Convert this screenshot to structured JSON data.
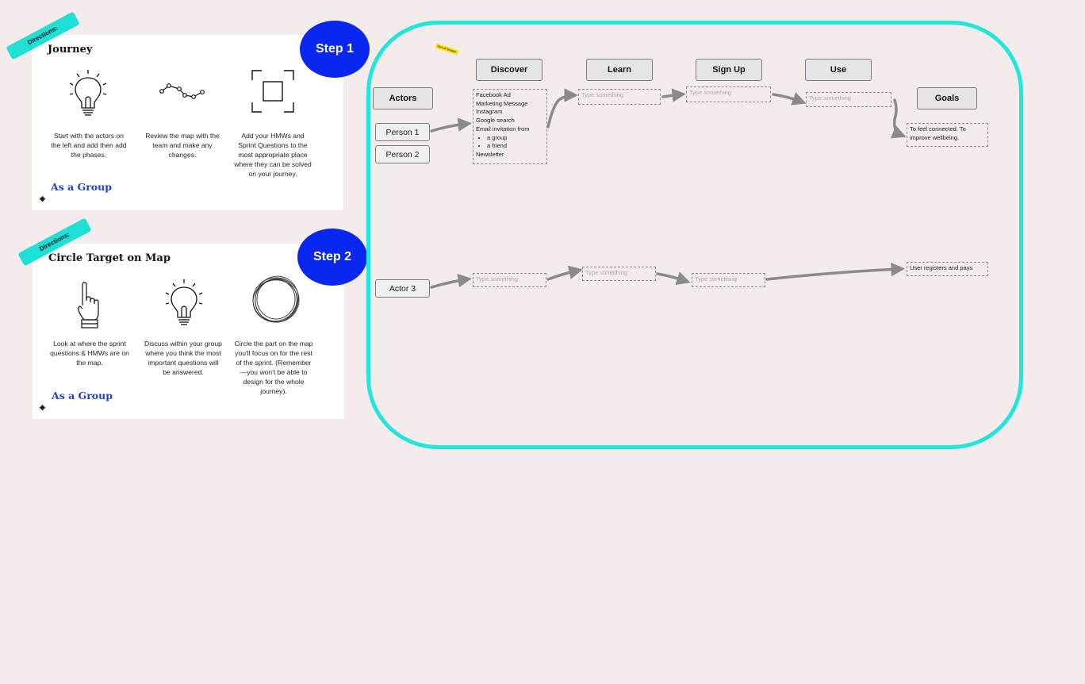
{
  "step1": {
    "tag": "Directions:",
    "title": "Journey",
    "badge": "Step 1",
    "items": [
      {
        "icon": "lightbulb-icon",
        "text": "Start with the actors on the left and add then add the phases."
      },
      {
        "icon": "path-icon",
        "text": "Review the map with the team and make any changes."
      },
      {
        "icon": "frame-icon",
        "text": "Add your HMWs and Sprint Questions to the most appropriate place where they can be solved on your journey."
      }
    ],
    "group_label": "As a Group",
    "logo": "◈"
  },
  "step2": {
    "tag": "Directions:",
    "title": "Circle Target on Map",
    "badge": "Step 2",
    "items": [
      {
        "icon": "pointing-hand-icon",
        "text": "Look at where the sprint questions & HMWs are on the map."
      },
      {
        "icon": "lightbulb-icon",
        "text": "Discuss within your group where you think the most important questions will be answered."
      },
      {
        "icon": "scribble-circle-icon",
        "text": "Circle the part on the map you'll focus on for the rest of the sprint. (Remember—you won't be able to design for the whole journey)."
      }
    ],
    "group_label": "As a Group",
    "logo": "◈"
  },
  "map": {
    "sticky": "Out of Scope!",
    "actors_label": "Actors",
    "goals_label": "Goals",
    "phases": [
      "Discover",
      "Learn",
      "Sign Up",
      "Use"
    ],
    "actors": [
      "Person 1",
      "Person 2",
      "Actor 3"
    ],
    "discover_lines": [
      "Facebook Ad",
      "Marketing Message",
      "Instagram",
      "Google search",
      "Email invitation from"
    ],
    "discover_bullets": [
      "a group",
      "a friend"
    ],
    "discover_last": "Newsletter",
    "placeholder": "Type something",
    "goal_1": "To feel connected. To improve wellbeing.",
    "goal_2": "User registers and pays"
  },
  "colors": {
    "frame": "#20e6dc",
    "badge": "#0a27f0",
    "tag": "#1de0d6",
    "group_label": "#1f3fcf",
    "background": "#f4ecea"
  }
}
